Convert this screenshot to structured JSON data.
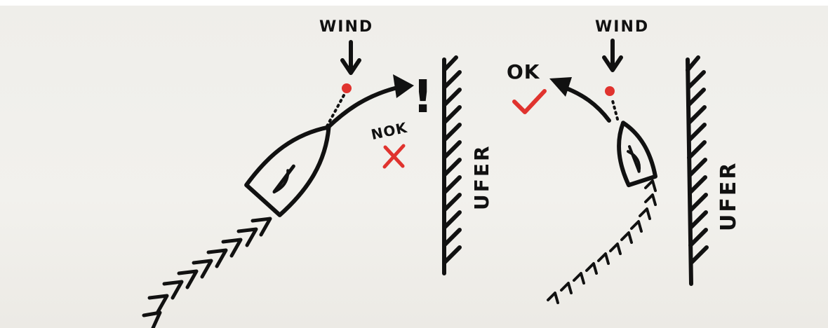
{
  "left_scene": {
    "wind_label": "WIND",
    "status_label": "NOK",
    "exclaim": "!",
    "shore_label": "UFER"
  },
  "right_scene": {
    "wind_label": "WIND",
    "status_label": "OK",
    "shore_label": "UFER"
  },
  "colors": {
    "ink": "#111111",
    "mark": "#e0332e",
    "paper": "#efeeea"
  }
}
